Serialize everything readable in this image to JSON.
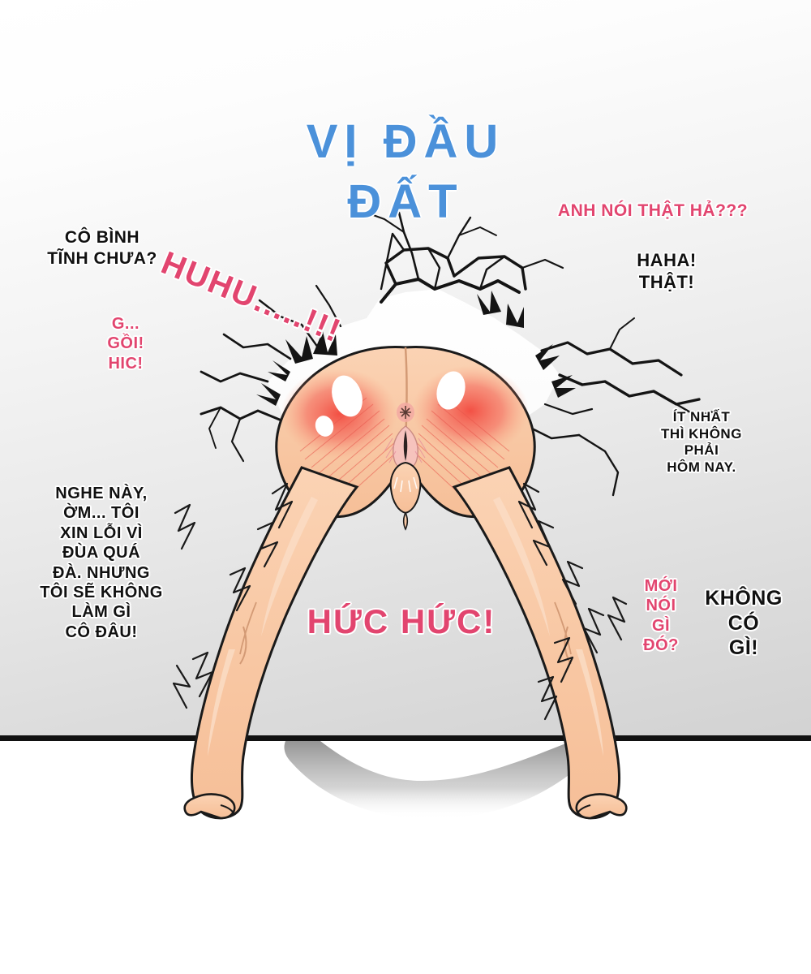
{
  "panel": {
    "title": "VỊ ĐẦU\nĐẤT",
    "title_color": "#4b91da",
    "sfx_color": "#e2456f",
    "dialogue_color": "#111111",
    "wall_color_top": "#ffffff",
    "wall_color_bottom": "#d2d2d2",
    "floor_color": "#ffffff",
    "floor_line_color": "#111111",
    "skin_color": "#f8c9a8",
    "skin_highlight": "#fadcc4",
    "blush_color": "#f4544a",
    "line_color": "#1a1a1a",
    "shadow_color": "#9a9a9a"
  },
  "dialogue": {
    "co_binh_tinh": "CÔ BÌNH\nTĨNH CHƯA?",
    "huhu": "HUHU.....!!!",
    "goi_hic": "G...\nGỒI!\nHIC!",
    "anh_noi_that": "ANH NÓI THẬT HẢ???",
    "haha_that": "HAHA!\nTHẬT!",
    "it_nhat": "ÍT NHẤT\nTHÌ KHÔNG\nPHẢI\nHÔM NAY.",
    "nghe_nay": "NGHE NÀY,\nỜM... TÔI\nXIN LỖI VÌ\nĐÙA QUÁ\nĐÀ. NHƯNG\nTÔI SẼ KHÔNG\nLÀM GÌ\nCÔ ĐÂU!",
    "huc_huc": "HỨC HỨC!",
    "moi_noi_gi_do": "MỚI\nNÓI\nGÌ\nĐÓ?",
    "khong_co_gi": "KHÔNG\nCÓ\nGÌ!"
  }
}
